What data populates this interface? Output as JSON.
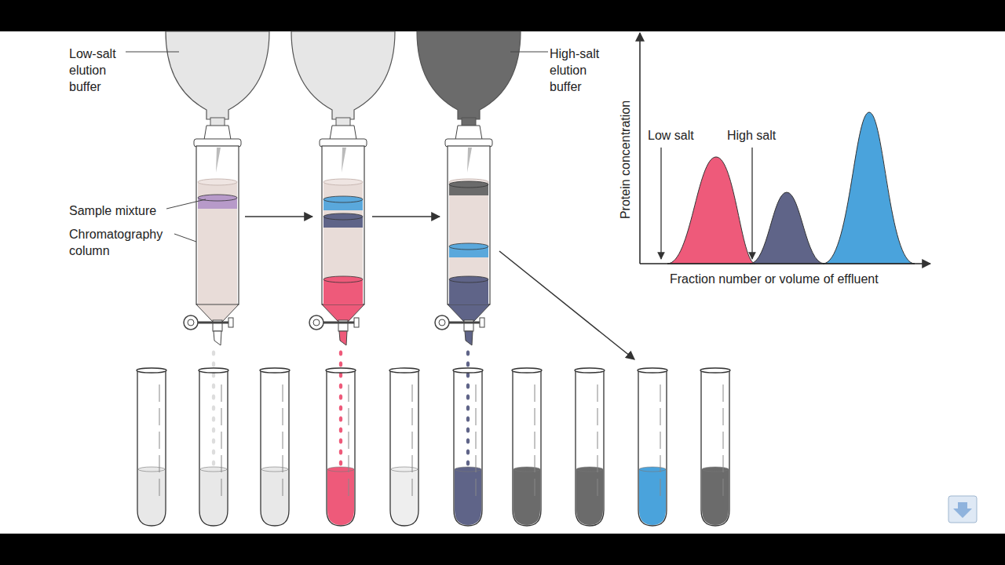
{
  "diagram": {
    "labels": [
      "Low-salt elution buffer",
      "High-salt elution buffer",
      "Sample mixture",
      "Chromatography column",
      "Protein concentration",
      "Low salt",
      "High salt",
      "Fraction number or volume of effluent"
    ]
  }
}
